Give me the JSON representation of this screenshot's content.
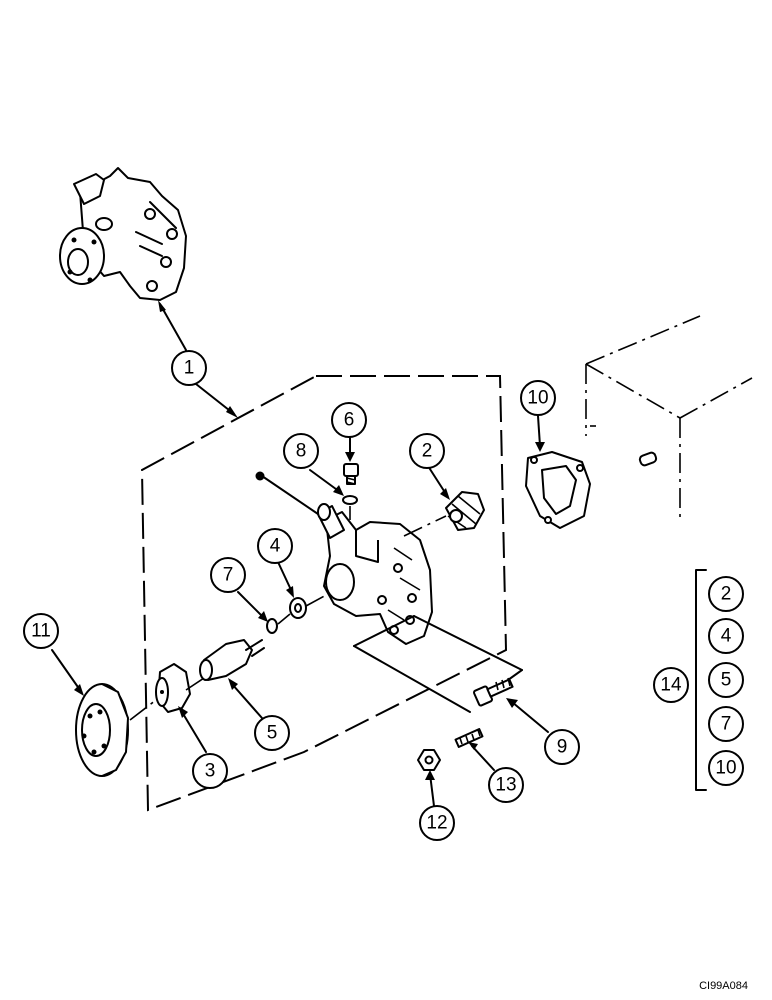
{
  "diagram": {
    "type": "exploded parts view",
    "callouts": [
      "1",
      "2",
      "3",
      "4",
      "5",
      "6",
      "7",
      "8",
      "9",
      "10",
      "11",
      "12",
      "13",
      "14"
    ],
    "kit": {
      "label": "14",
      "members": [
        "2",
        "4",
        "5",
        "7",
        "10"
      ]
    },
    "figure_code": "CI99A084"
  }
}
